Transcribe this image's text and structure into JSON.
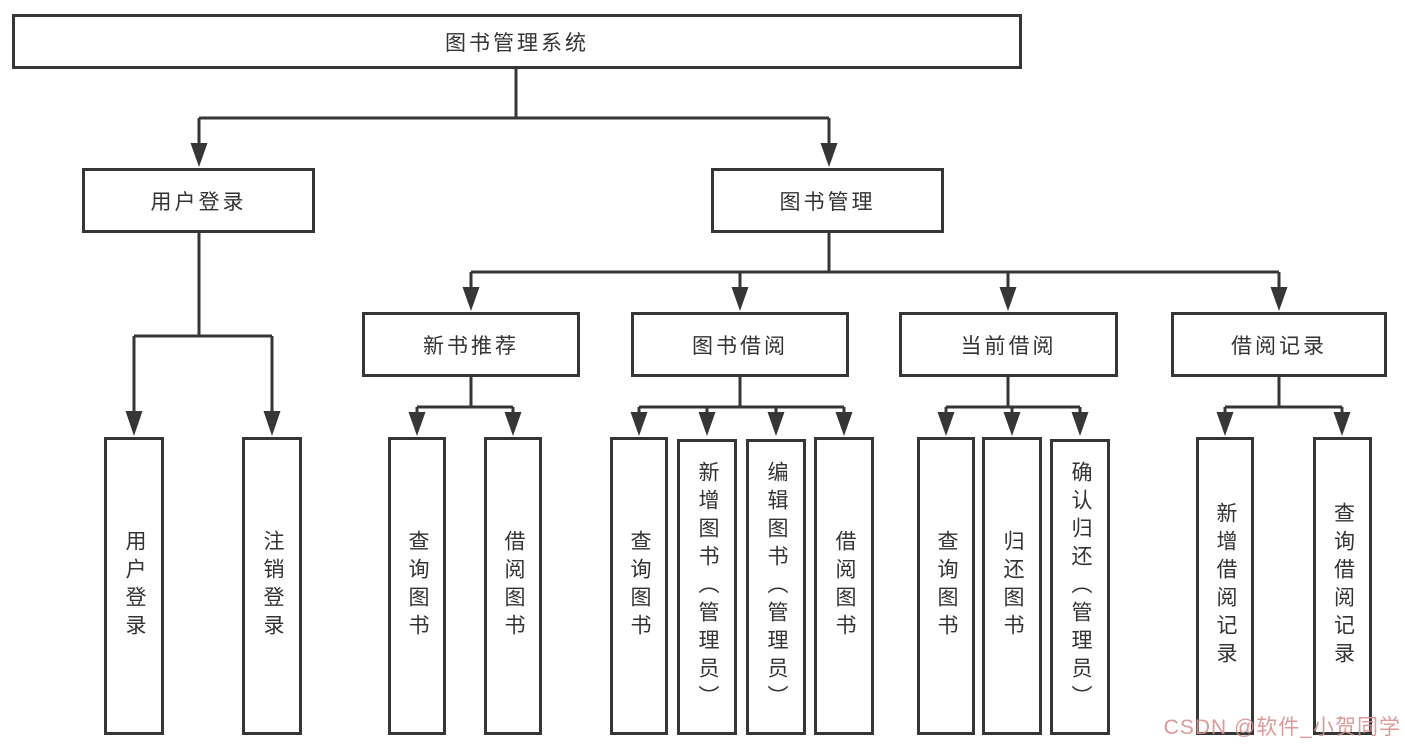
{
  "colors": {
    "line": "#363636",
    "border": "#363636",
    "text": "#333333",
    "background": "#ffffff",
    "watermark": "#d9908f"
  },
  "watermark": "CSDN @软件_小贺同学",
  "tree": {
    "label": "图书管理系统",
    "children": [
      {
        "label": "用户登录",
        "children": [
          {
            "label": "用户登录"
          },
          {
            "label": "注销登录"
          }
        ]
      },
      {
        "label": "图书管理",
        "children": [
          {
            "label": "新书推荐",
            "children": [
              {
                "label": "查询图书"
              },
              {
                "label": "借阅图书"
              }
            ]
          },
          {
            "label": "图书借阅",
            "children": [
              {
                "label": "查询图书"
              },
              {
                "label": "新增图书（管理员）"
              },
              {
                "label": "编辑图书（管理员）"
              },
              {
                "label": "借阅图书"
              }
            ]
          },
          {
            "label": "当前借阅",
            "children": [
              {
                "label": "查询图书"
              },
              {
                "label": "归还图书"
              },
              {
                "label": "确认归还（管理员）"
              }
            ]
          },
          {
            "label": "借阅记录",
            "children": [
              {
                "label": "新增借阅记录"
              },
              {
                "label": "查询借阅记录"
              }
            ]
          }
        ]
      }
    ]
  }
}
